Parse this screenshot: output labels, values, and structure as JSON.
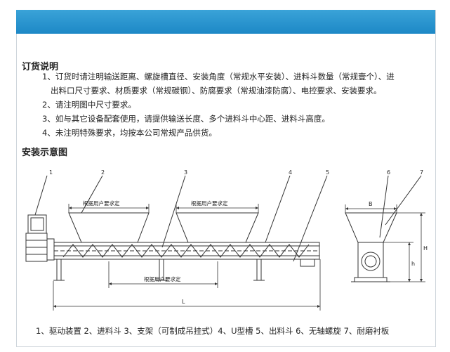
{
  "ordering": {
    "title": "订货说明",
    "items": [
      "1、订货时请注明输送距离、螺旋槽直径、安装角度（常规水平安装）、进料斗数量（常规壹个）、进",
      "出料口尺寸要求、材质要求（常规碳钢）、防腐要求（常规油漆防腐）、电控要求、安装要求。",
      "2、请注明图中尺寸要求。",
      "3、如与其它设备配套使用，请提供输送长度、多个进料斗中心距、进料斗高度。",
      "4、未注明特殊要求，均按本公司常规产品供货。"
    ]
  },
  "install": {
    "title": "安装示意图",
    "callouts": [
      "1",
      "2",
      "3",
      "4",
      "5",
      "6",
      "7"
    ],
    "hopper_note_1": "根据用户要求定",
    "hopper_note_2": "根据用户要求定",
    "support_note": "根据用户要求定",
    "dim_L": "L",
    "dim_B": "B",
    "dim_H": "H",
    "dim_h": "h",
    "caption": "1、驱动装置 2、进料斗 3、支架（可制成吊挂式）4、U型槽 5、出料斗 6、无轴螺旋 7、耐磨衬板"
  },
  "colors": {
    "banner": "#2795d0",
    "line": "#333333"
  }
}
